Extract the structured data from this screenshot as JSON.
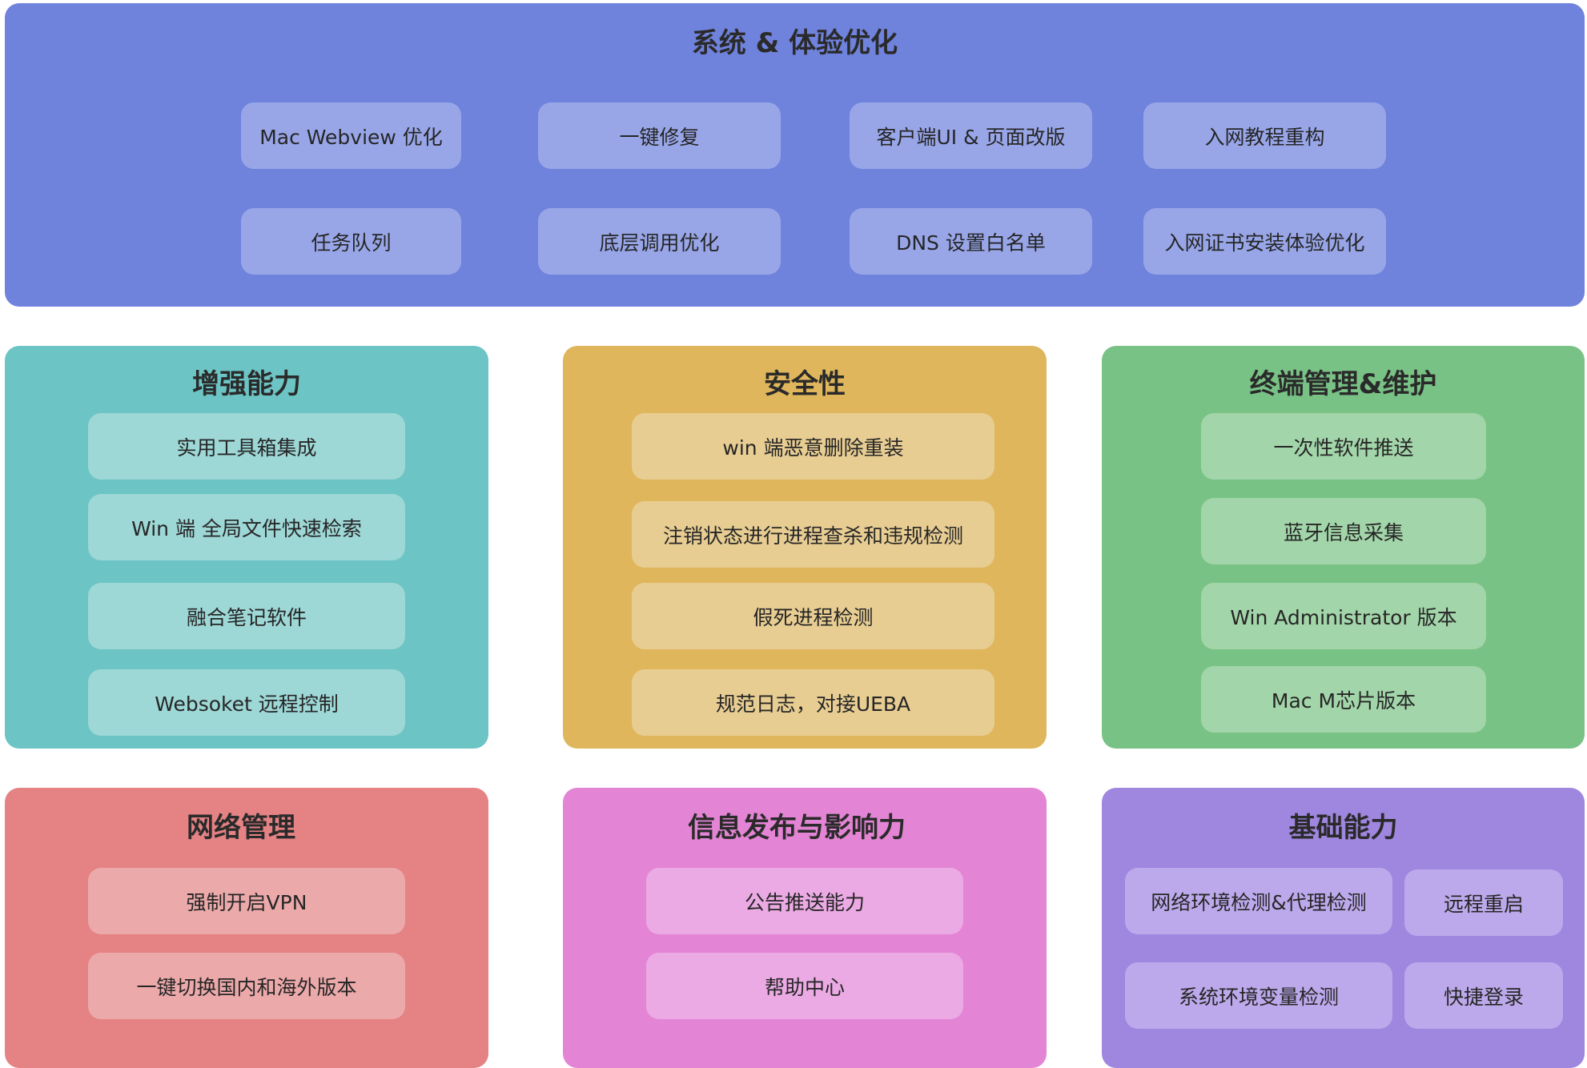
{
  "panels": {
    "system": {
      "title": "系统 & 体验优化",
      "items": [
        "Mac Webview 优化",
        "一键修复",
        "客户端UI & 页面改版",
        "入网教程重构",
        "任务队列",
        "底层调用优化",
        "DNS 设置白名单",
        "入网证书安装体验优化"
      ]
    },
    "enhance": {
      "title": "增强能力",
      "items": [
        "实用工具箱集成",
        "Win 端 全局文件快速检索",
        "融合笔记软件",
        "Websoket 远程控制"
      ]
    },
    "security": {
      "title": "安全性",
      "items": [
        "win 端恶意删除重装",
        "注销状态进行进程查杀和违规检测",
        "假死进程检测",
        "规范日志，对接UEBA"
      ]
    },
    "terminal": {
      "title": "终端管理&维护",
      "items": [
        "一次性软件推送",
        "蓝牙信息采集",
        "Win Administrator 版本",
        "Mac M芯片版本"
      ]
    },
    "network": {
      "title": "网络管理",
      "items": [
        "强制开启VPN",
        "一键切换国内和海外版本"
      ]
    },
    "info": {
      "title": "信息发布与影响力",
      "items": [
        "公告推送能力",
        "帮助中心"
      ]
    },
    "base": {
      "title": "基础能力",
      "items": [
        "网络环境检测&代理检测",
        "远程重启",
        "系统环境变量检测",
        "快捷登录"
      ]
    }
  }
}
